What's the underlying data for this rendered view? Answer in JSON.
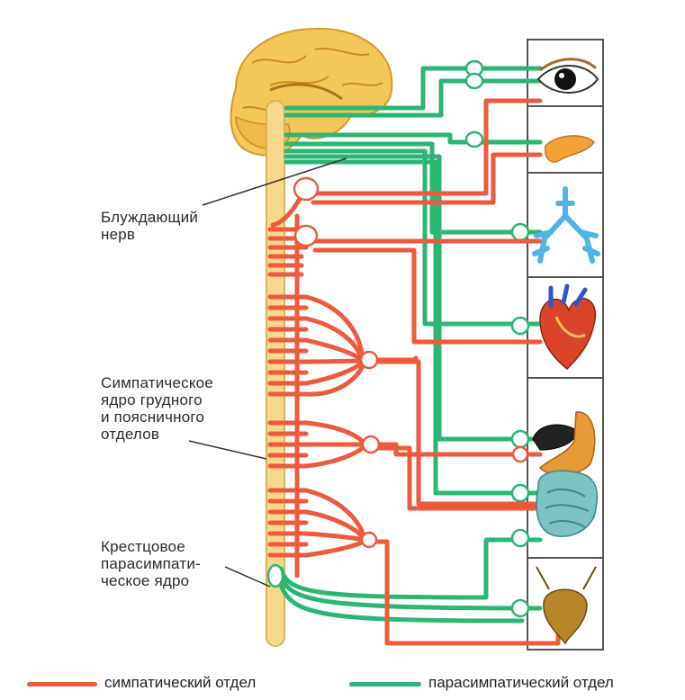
{
  "colors": {
    "sympathetic": "#ef5a3c",
    "parasympathetic": "#2bb673",
    "cord": "#f7d88c",
    "brain": "#f4c75a",
    "organ_frame": "#555555"
  },
  "labels": {
    "vagus": [
      "Блуждающий",
      "нерв"
    ],
    "sympathetic_nucleus": [
      "Симпатическое",
      "ядро грудного",
      "и поясничного",
      "отделов"
    ],
    "sacral_nucleus": [
      "Крестцовое",
      "парасимпати-",
      "ческое ядро"
    ]
  },
  "legend": {
    "sympathetic": "симпатический отдел",
    "parasympathetic": "парасимпатический отдел"
  },
  "organs": [
    {
      "name": "eye-icon"
    },
    {
      "name": "pancreas-icon"
    },
    {
      "name": "lungs-icon"
    },
    {
      "name": "heart-icon"
    },
    {
      "name": "stomach-liver-icon"
    },
    {
      "name": "intestine-icon"
    },
    {
      "name": "bladder-icon"
    }
  ]
}
